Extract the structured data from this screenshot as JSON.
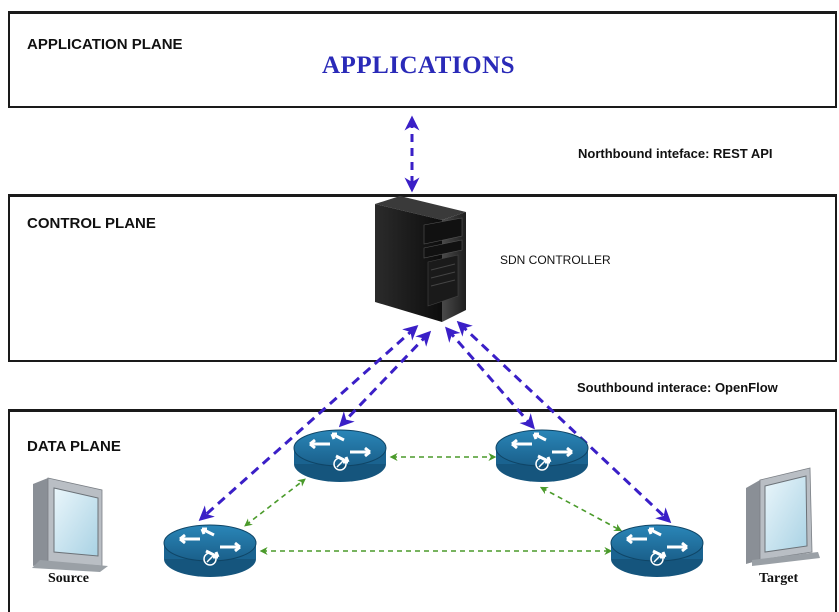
{
  "planes": {
    "application": {
      "title": "APPLICATION PLANE",
      "content": "APPLICATIONS"
    },
    "control": {
      "title": "CONTROL PLANE",
      "controller": "SDN CONTROLLER"
    },
    "data": {
      "title": "DATA PLANE"
    }
  },
  "interfaces": {
    "northbound": "Northbound inteface: REST API",
    "southbound": "Southbound interace: OpenFlow"
  },
  "hosts": {
    "source": "Source",
    "target": "Target"
  },
  "colors": {
    "control_links": "#3a1fc7",
    "data_links": "#4a9a2a",
    "router": "#1d6a97",
    "border": "#1a1a1a"
  }
}
